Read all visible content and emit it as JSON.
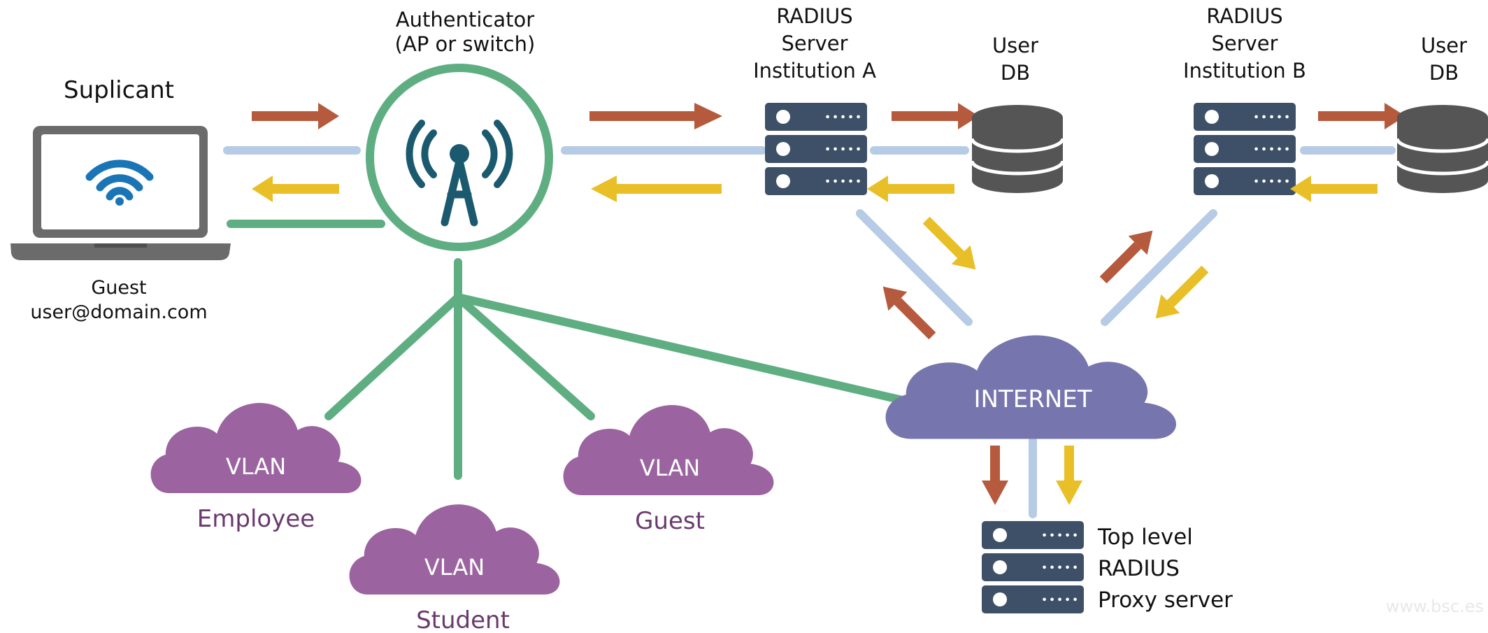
{
  "labels": {
    "supplicant": "Suplicant",
    "guest_user_line1": "Guest",
    "guest_user_line2": "user@domain.com",
    "authenticator_line1": "Authenticator",
    "authenticator_line2": "(AP or switch)",
    "radius_a_line1": "RADIUS",
    "radius_a_line2": "Server",
    "radius_a_line3": "Institution A",
    "userdb_a_line1": "User",
    "userdb_a_line2": "DB",
    "radius_b_line1": "RADIUS",
    "radius_b_line2": "Server",
    "radius_b_line3": "Institution B",
    "userdb_b_line1": "User",
    "userdb_b_line2": "DB",
    "internet": "INTERNET",
    "vlan_employee_cloud": "VLAN",
    "vlan_employee": "Employee",
    "vlan_student_cloud": "VLAN",
    "vlan_student": "Student",
    "vlan_guest_cloud": "VLAN",
    "vlan_guest": "Guest",
    "proxy_line1": "Top level",
    "proxy_line2": "RADIUS",
    "proxy_line3": "Proxy server",
    "watermark": "www.bsc.es"
  },
  "colors": {
    "green_link": "#5fae82",
    "blue_link": "#b5cbe6",
    "request_arrow": "#b55a3c",
    "response_arrow": "#e9bf27",
    "server": "#3e5067",
    "database": "#555555",
    "laptop": "#6b6b6b",
    "wifi": "#1a75b7",
    "antenna": "#1b5a6e",
    "internet_cloud": "#7775ad",
    "vlan_cloud": "#9b639f",
    "vlan_text": "#6a3a6e"
  }
}
